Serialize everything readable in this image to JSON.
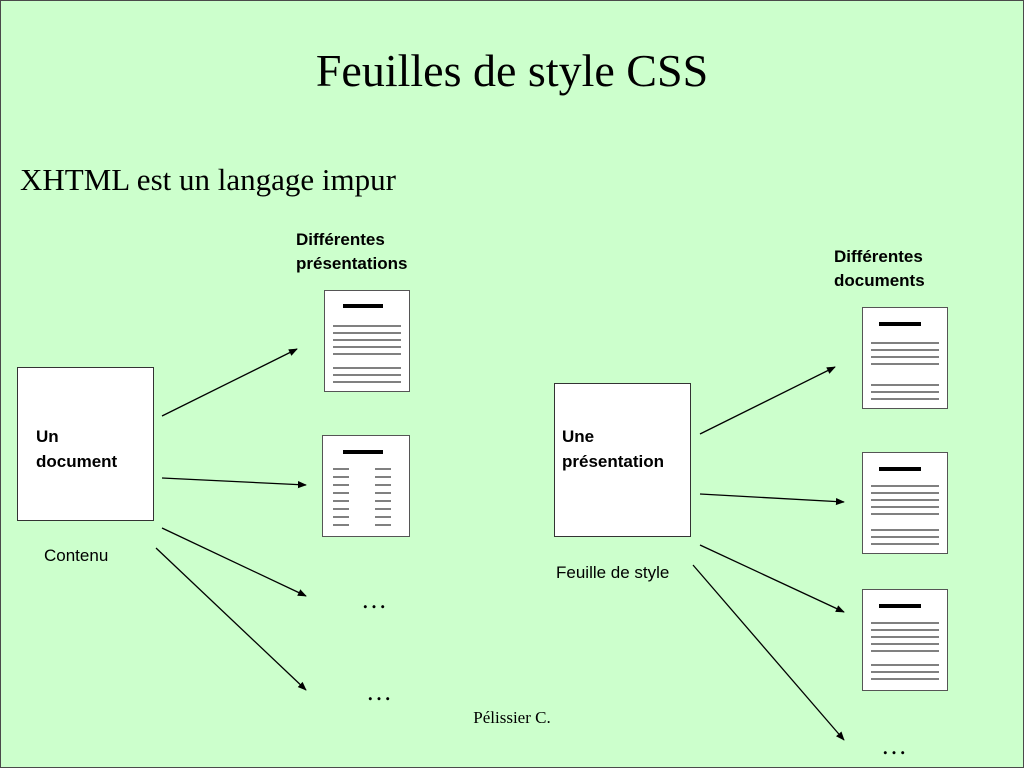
{
  "slide": {
    "title": "Feuilles de style CSS",
    "subtitle": "XHTML est un langage impur",
    "footer": "Pélissier C."
  },
  "left_diagram": {
    "header_line1": "Différentes",
    "header_line2": "présentations",
    "source_line1": "Un",
    "source_line2": "document",
    "source_caption": "Contenu",
    "ellipsis_1": "…",
    "ellipsis_2": "…"
  },
  "right_diagram": {
    "header_line1": "Différentes",
    "header_line2": "documents",
    "source_line1": "Une",
    "source_line2": "présentation",
    "source_caption": "Feuille de style",
    "ellipsis": "…"
  },
  "colors": {
    "background": "#ccffcc",
    "box_fill": "#ffffff",
    "line": "#000000"
  }
}
